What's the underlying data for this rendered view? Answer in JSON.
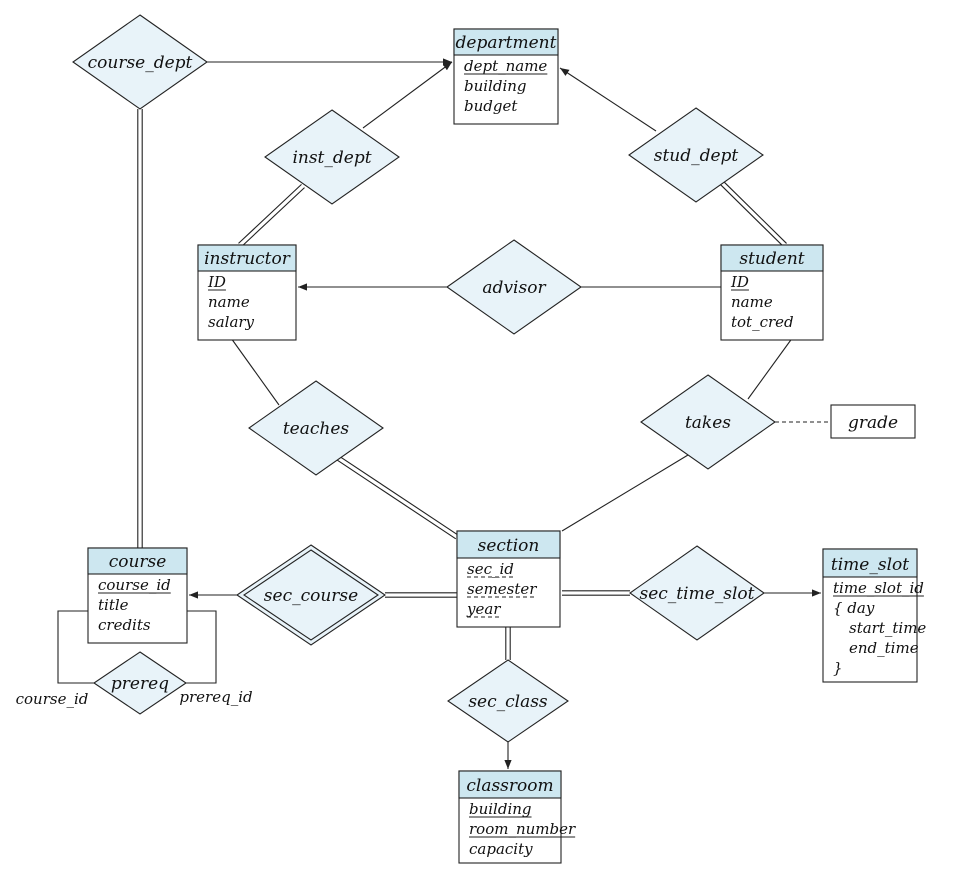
{
  "diagram": {
    "entities": [
      {
        "id": "department",
        "name": "department",
        "attributes": [
          {
            "text": "dept_name",
            "key": true
          },
          {
            "text": "building"
          },
          {
            "text": "budget"
          }
        ]
      },
      {
        "id": "instructor",
        "name": "instructor",
        "attributes": [
          {
            "text": "ID",
            "key": true
          },
          {
            "text": "name"
          },
          {
            "text": "salary"
          }
        ]
      },
      {
        "id": "student",
        "name": "student",
        "attributes": [
          {
            "text": "ID",
            "key": true
          },
          {
            "text": "name"
          },
          {
            "text": "tot_cred"
          }
        ]
      },
      {
        "id": "section",
        "name": "section",
        "attributes": [
          {
            "text": "sec_id",
            "dashed": true
          },
          {
            "text": "semester",
            "dashed": true
          },
          {
            "text": "year",
            "dashed": true
          }
        ]
      },
      {
        "id": "course",
        "name": "course",
        "attributes": [
          {
            "text": "course_id",
            "key": true
          },
          {
            "text": "title"
          },
          {
            "text": "credits"
          }
        ]
      },
      {
        "id": "time_slot",
        "name": "time_slot",
        "attributes": [
          {
            "text": "time_slot_id",
            "key": true
          },
          {
            "text": "{  day"
          },
          {
            "text": "start_time"
          },
          {
            "text": "end_time"
          },
          {
            "text": "}"
          }
        ]
      },
      {
        "id": "classroom",
        "name": "classroom",
        "attributes": [
          {
            "text": "building",
            "key": true
          },
          {
            "text": "room_number",
            "key": true
          },
          {
            "text": "capacity"
          }
        ]
      }
    ],
    "relationships": [
      {
        "id": "course_dept",
        "name": "course_dept"
      },
      {
        "id": "inst_dept",
        "name": "inst_dept"
      },
      {
        "id": "stud_dept",
        "name": "stud_dept"
      },
      {
        "id": "advisor",
        "name": "advisor"
      },
      {
        "id": "teaches",
        "name": "teaches"
      },
      {
        "id": "takes",
        "name": "takes"
      },
      {
        "id": "sec_course",
        "name": "sec_course",
        "identifying": true
      },
      {
        "id": "sec_time_slot",
        "name": "sec_time_slot"
      },
      {
        "id": "sec_class",
        "name": "sec_class"
      },
      {
        "id": "prereq",
        "name": "prereq"
      }
    ],
    "relationship_attributes": [
      {
        "id": "grade",
        "name": "grade"
      }
    ],
    "role_labels": [
      {
        "id": "course_id_role",
        "text": "course_id"
      },
      {
        "id": "prereq_id_role",
        "text": "prereq_id"
      }
    ]
  }
}
